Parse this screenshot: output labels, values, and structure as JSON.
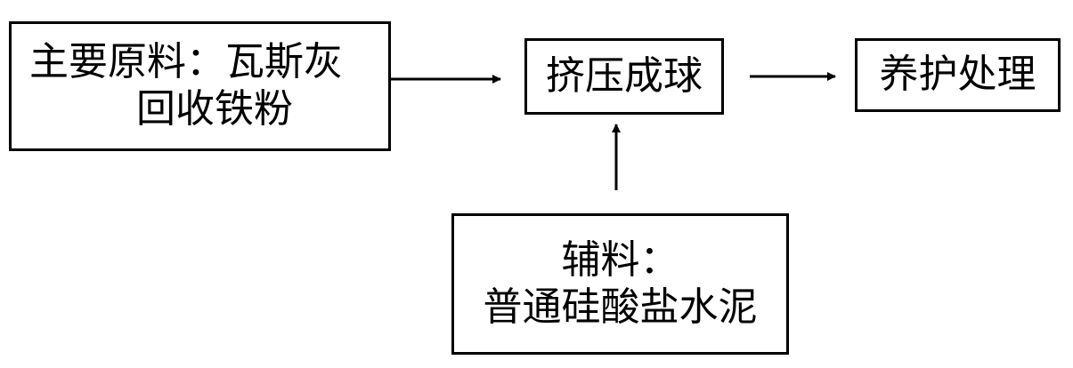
{
  "nodes": {
    "main_material": {
      "line1": "主要原料：瓦斯灰",
      "line2": "回收铁粉"
    },
    "extrusion": {
      "label": "挤压成球"
    },
    "curing": {
      "label": "养护处理"
    },
    "auxiliary_material": {
      "line1": "辅料：",
      "line2": "普通硅酸盐水泥"
    }
  },
  "colors": {
    "stroke": "#000000",
    "background": "#ffffff"
  }
}
